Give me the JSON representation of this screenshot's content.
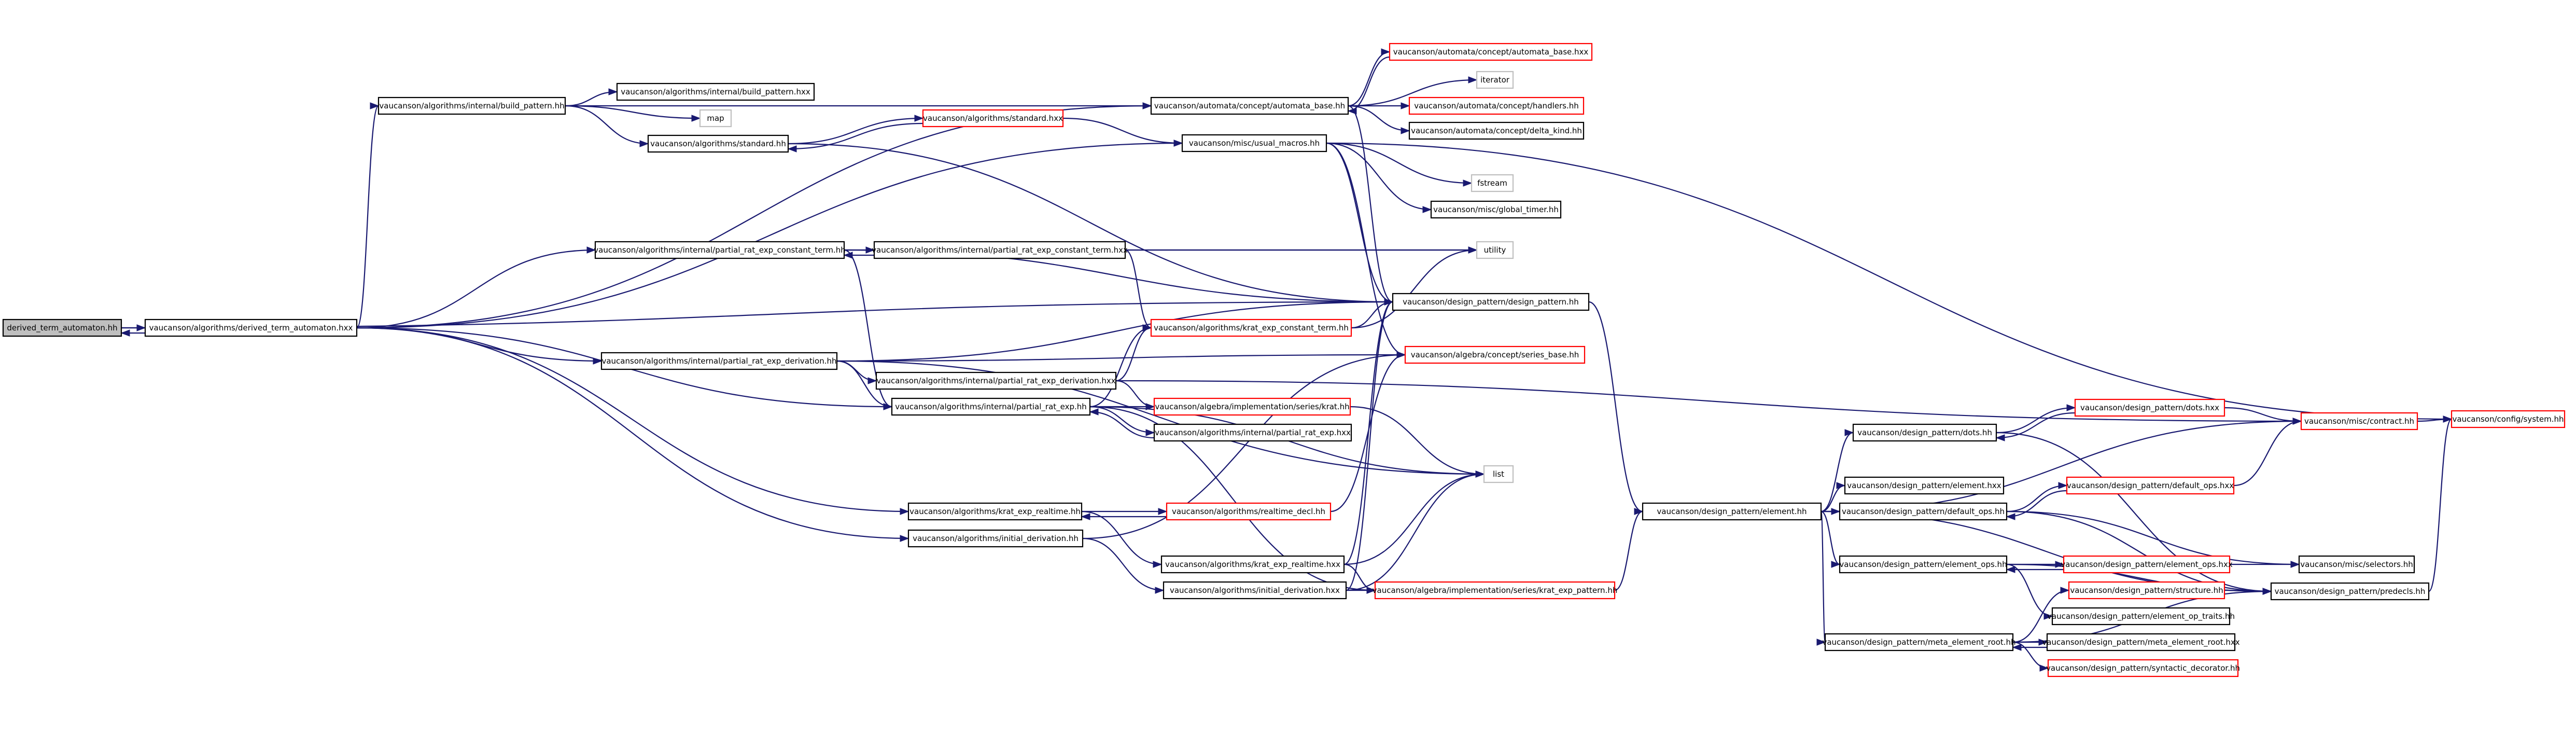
{
  "colors": {
    "edge": "#191970",
    "node_border_normal": "#000000",
    "node_border_undocumented": "#ff0000",
    "node_border_external": "#bfbfbf",
    "node_fill_root": "#bfbfbf",
    "node_fill": "#ffffff"
  },
  "nodes": [
    {
      "id": "n0",
      "label": "derived_term_automaton.hh",
      "kind": "root"
    },
    {
      "id": "n1",
      "label": "vaucanson/algorithms/derived_term_automaton.hxx",
      "kind": "normal"
    },
    {
      "id": "n2",
      "label": "vaucanson/algorithms/internal/build_pattern.hh",
      "kind": "normal"
    },
    {
      "id": "n3",
      "label": "vaucanson/algorithms/internal/build_pattern.hxx",
      "kind": "normal"
    },
    {
      "id": "n4",
      "label": "map",
      "kind": "external"
    },
    {
      "id": "n5",
      "label": "vaucanson/algorithms/standard.hh",
      "kind": "normal"
    },
    {
      "id": "n6",
      "label": "vaucanson/algorithms/standard.hxx",
      "kind": "red"
    },
    {
      "id": "n7",
      "label": "vaucanson/automata/concept/automata_base.hh",
      "kind": "normal"
    },
    {
      "id": "n8",
      "label": "vaucanson/automata/concept/automata_base.hxx",
      "kind": "red"
    },
    {
      "id": "n9",
      "label": "iterator",
      "kind": "external"
    },
    {
      "id": "n10",
      "label": "vaucanson/automata/concept/handlers.hh",
      "kind": "red"
    },
    {
      "id": "n11",
      "label": "vaucanson/automata/concept/delta_kind.hh",
      "kind": "normal"
    },
    {
      "id": "n12",
      "label": "vaucanson/misc/usual_macros.hh",
      "kind": "normal"
    },
    {
      "id": "n13",
      "label": "fstream",
      "kind": "external"
    },
    {
      "id": "n14",
      "label": "vaucanson/misc/global_timer.hh",
      "kind": "normal"
    },
    {
      "id": "n15",
      "label": "vaucanson/config/system.hh",
      "kind": "red"
    },
    {
      "id": "n16",
      "label": "vaucanson/algorithms/internal/partial_rat_exp_constant_term.hh",
      "kind": "normal"
    },
    {
      "id": "n17",
      "label": "vaucanson/algorithms/internal/partial_rat_exp_constant_term.hxx",
      "kind": "normal"
    },
    {
      "id": "n18",
      "label": "utility",
      "kind": "external"
    },
    {
      "id": "n19",
      "label": "vaucanson/design_pattern/design_pattern.hh",
      "kind": "normal"
    },
    {
      "id": "n20",
      "label": "vaucanson/algorithms/krat_exp_constant_term.hh",
      "kind": "red"
    },
    {
      "id": "n21",
      "label": "vaucanson/algebra/concept/series_base.hh",
      "kind": "red"
    },
    {
      "id": "n22",
      "label": "vaucanson/algorithms/internal/partial_rat_exp_derivation.hh",
      "kind": "normal"
    },
    {
      "id": "n23",
      "label": "vaucanson/algorithms/internal/partial_rat_exp_derivation.hxx",
      "kind": "normal"
    },
    {
      "id": "n24",
      "label": "vaucanson/algorithms/internal/partial_rat_exp.hh",
      "kind": "normal"
    },
    {
      "id": "n25",
      "label": "vaucanson/algebra/implementation/series/krat.hh",
      "kind": "red"
    },
    {
      "id": "n26",
      "label": "vaucanson/algorithms/internal/partial_rat_exp.hxx",
      "kind": "normal"
    },
    {
      "id": "n27",
      "label": "list",
      "kind": "external"
    },
    {
      "id": "n28",
      "label": "vaucanson/algorithms/krat_exp_realtime.hh",
      "kind": "normal"
    },
    {
      "id": "n29",
      "label": "vaucanson/algorithms/realtime_decl.hh",
      "kind": "red"
    },
    {
      "id": "n30",
      "label": "vaucanson/algorithms/initial_derivation.hh",
      "kind": "normal"
    },
    {
      "id": "n31",
      "label": "vaucanson/algorithms/krat_exp_realtime.hxx",
      "kind": "normal"
    },
    {
      "id": "n32",
      "label": "vaucanson/algorithms/initial_derivation.hxx",
      "kind": "normal"
    },
    {
      "id": "n33",
      "label": "vaucanson/algebra/implementation/series/krat_exp_pattern.hh",
      "kind": "red"
    },
    {
      "id": "n34",
      "label": "vaucanson/design_pattern/element.hh",
      "kind": "normal"
    },
    {
      "id": "n35",
      "label": "vaucanson/design_pattern/dots.hh",
      "kind": "normal"
    },
    {
      "id": "n36",
      "label": "vaucanson/design_pattern/dots.hxx",
      "kind": "red"
    },
    {
      "id": "n37",
      "label": "vaucanson/misc/contract.hh",
      "kind": "red"
    },
    {
      "id": "n38",
      "label": "vaucanson/design_pattern/element.hxx",
      "kind": "normal"
    },
    {
      "id": "n39",
      "label": "vaucanson/design_pattern/default_ops.hh",
      "kind": "normal"
    },
    {
      "id": "n40",
      "label": "vaucanson/design_pattern/default_ops.hxx",
      "kind": "red"
    },
    {
      "id": "n41",
      "label": "vaucanson/design_pattern/element_ops.hh",
      "kind": "normal"
    },
    {
      "id": "n42",
      "label": "vaucanson/design_pattern/element_ops.hxx",
      "kind": "red"
    },
    {
      "id": "n43",
      "label": "vaucanson/misc/selectors.hh",
      "kind": "normal"
    },
    {
      "id": "n44",
      "label": "vaucanson/design_pattern/structure.hh",
      "kind": "red"
    },
    {
      "id": "n45",
      "label": "vaucanson/design_pattern/predecls.hh",
      "kind": "normal"
    },
    {
      "id": "n46",
      "label": "vaucanson/design_pattern/element_op_traits.hh",
      "kind": "normal"
    },
    {
      "id": "n47",
      "label": "vaucanson/design_pattern/meta_element_root.hh",
      "kind": "normal"
    },
    {
      "id": "n48",
      "label": "vaucanson/design_pattern/meta_element_root.hxx",
      "kind": "normal"
    },
    {
      "id": "n49",
      "label": "vaucanson/design_pattern/syntactic_decorator.hh",
      "kind": "red"
    }
  ],
  "edges": [
    [
      "n0",
      "n1"
    ],
    [
      "n1",
      "n0"
    ],
    [
      "n0",
      "n19"
    ],
    [
      "n1",
      "n2"
    ],
    [
      "n1",
      "n7"
    ],
    [
      "n1",
      "n12"
    ],
    [
      "n1",
      "n16"
    ],
    [
      "n1",
      "n22"
    ],
    [
      "n1",
      "n24"
    ],
    [
      "n1",
      "n28"
    ],
    [
      "n1",
      "n30"
    ],
    [
      "n2",
      "n3"
    ],
    [
      "n2",
      "n4"
    ],
    [
      "n2",
      "n5"
    ],
    [
      "n2",
      "n7"
    ],
    [
      "n5",
      "n6"
    ],
    [
      "n6",
      "n5"
    ],
    [
      "n5",
      "n19"
    ],
    [
      "n6",
      "n12"
    ],
    [
      "n7",
      "n8"
    ],
    [
      "n8",
      "n7"
    ],
    [
      "n7",
      "n9"
    ],
    [
      "n7",
      "n10"
    ],
    [
      "n7",
      "n11"
    ],
    [
      "n7",
      "n19"
    ],
    [
      "n12",
      "n13"
    ],
    [
      "n12",
      "n14"
    ],
    [
      "n12",
      "n15"
    ],
    [
      "n12",
      "n19"
    ],
    [
      "n12",
      "n21"
    ],
    [
      "n16",
      "n17"
    ],
    [
      "n17",
      "n16"
    ],
    [
      "n16",
      "n18"
    ],
    [
      "n16",
      "n19"
    ],
    [
      "n16",
      "n24"
    ],
    [
      "n17",
      "n18"
    ],
    [
      "n17",
      "n20"
    ],
    [
      "n20",
      "n18"
    ],
    [
      "n20",
      "n19"
    ],
    [
      "n19",
      "n34"
    ],
    [
      "n22",
      "n23"
    ],
    [
      "n22",
      "n24"
    ],
    [
      "n22",
      "n19"
    ],
    [
      "n22",
      "n27"
    ],
    [
      "n22",
      "n21"
    ],
    [
      "n23",
      "n20"
    ],
    [
      "n23",
      "n25"
    ],
    [
      "n23",
      "n37"
    ],
    [
      "n24",
      "n26"
    ],
    [
      "n26",
      "n24"
    ],
    [
      "n24",
      "n25"
    ],
    [
      "n24",
      "n27"
    ],
    [
      "n24",
      "n20"
    ],
    [
      "n24",
      "n33"
    ],
    [
      "n25",
      "n27"
    ],
    [
      "n28",
      "n29"
    ],
    [
      "n29",
      "n28"
    ],
    [
      "n28",
      "n31"
    ],
    [
      "n29",
      "n21"
    ],
    [
      "n30",
      "n32"
    ],
    [
      "n30",
      "n21"
    ],
    [
      "n31",
      "n19"
    ],
    [
      "n31",
      "n33"
    ],
    [
      "n31",
      "n27"
    ],
    [
      "n32",
      "n19"
    ],
    [
      "n32",
      "n33"
    ],
    [
      "n32",
      "n27"
    ],
    [
      "n33",
      "n34"
    ],
    [
      "n34",
      "n35"
    ],
    [
      "n34",
      "n38"
    ],
    [
      "n34",
      "n39"
    ],
    [
      "n34",
      "n41"
    ],
    [
      "n34",
      "n47"
    ],
    [
      "n34",
      "n45"
    ],
    [
      "n34",
      "n37"
    ],
    [
      "n35",
      "n36"
    ],
    [
      "n36",
      "n35"
    ],
    [
      "n35",
      "n45"
    ],
    [
      "n36",
      "n37"
    ],
    [
      "n37",
      "n15"
    ],
    [
      "n39",
      "n40"
    ],
    [
      "n40",
      "n39"
    ],
    [
      "n39",
      "n43"
    ],
    [
      "n39",
      "n45"
    ],
    [
      "n40",
      "n37"
    ],
    [
      "n41",
      "n42"
    ],
    [
      "n42",
      "n41"
    ],
    [
      "n41",
      "n46"
    ],
    [
      "n41",
      "n45"
    ],
    [
      "n42",
      "n43"
    ],
    [
      "n47",
      "n48"
    ],
    [
      "n48",
      "n47"
    ],
    [
      "n47",
      "n44"
    ],
    [
      "n47",
      "n49"
    ],
    [
      "n47",
      "n45"
    ],
    [
      "n44",
      "n45"
    ],
    [
      "n45",
      "n15"
    ]
  ]
}
